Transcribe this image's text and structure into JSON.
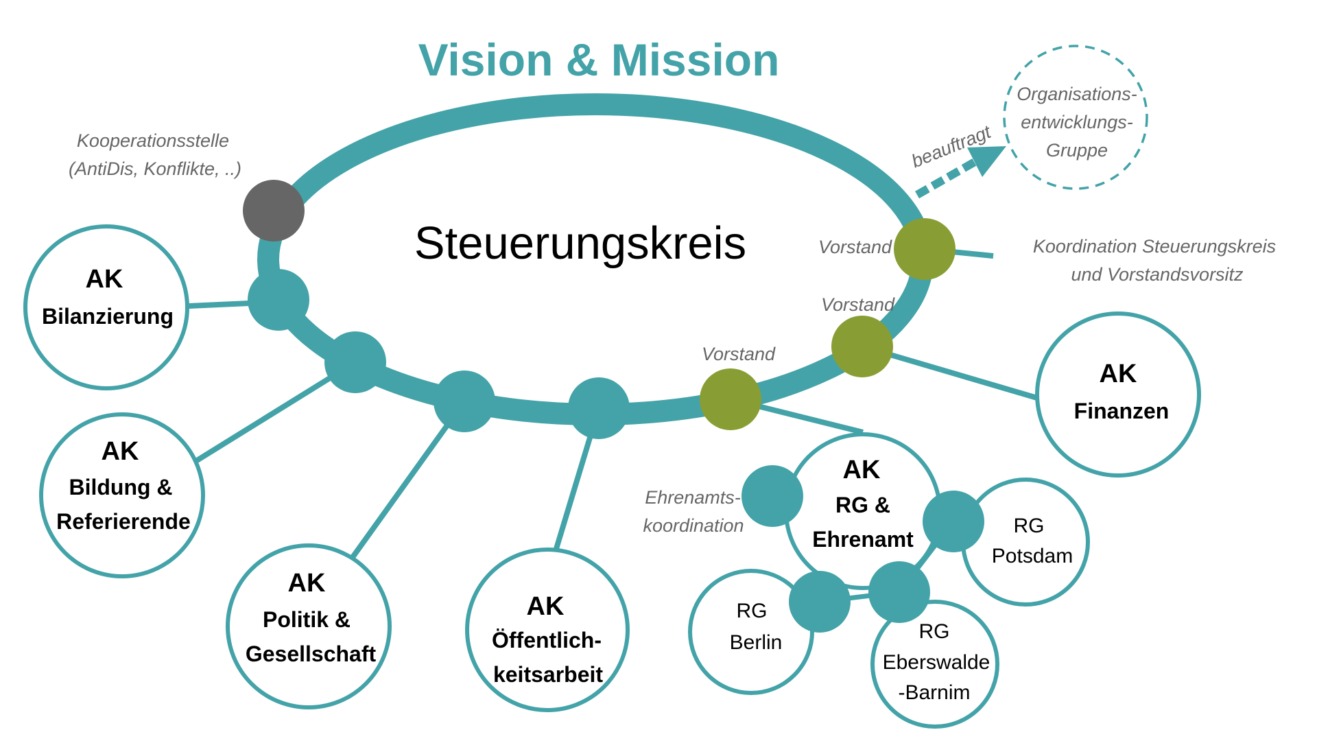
{
  "colors": {
    "primary": "#43a3a8",
    "vorstand": "#889e34",
    "kooperation": "#666666",
    "annotation_text": "#666666",
    "label_text": "#000000"
  },
  "title": "Vision & Mission",
  "center": {
    "label": "Steuerungskreis"
  },
  "annotations": {
    "kooperation": {
      "line1": "Kooperationsstelle",
      "line2": "(AntiDis, Konflikte, ..)"
    },
    "vorstand_1": "Vorstand",
    "vorstand_2": "Vorstand",
    "vorstand_3": "Vorstand",
    "koordination": {
      "line1": "Koordination Steuerungskreis",
      "line2": "und Vorstandsvorsitz"
    },
    "beauftragt": "beauftragt",
    "ehrenamt": {
      "line1": "Ehrenamts-",
      "line2": "koordination"
    }
  },
  "oe_group": {
    "line1": "Organisations-",
    "line2": "entwicklungs-",
    "line3": "Gruppe"
  },
  "working_groups": {
    "bilanzierung": {
      "head": "AK",
      "line1": "Bilanzierung"
    },
    "bildung": {
      "head": "AK",
      "line1": "Bildung &",
      "line2": "Referierende"
    },
    "politik": {
      "head": "AK",
      "line1": "Politik &",
      "line2": "Gesellschaft"
    },
    "oeffentlichkeit": {
      "head": "AK",
      "line1": "Öffentlich-",
      "line2": "keitsarbeit"
    },
    "rg_ehrenamt": {
      "head": "AK",
      "line1": "RG &",
      "line2": "Ehrenamt"
    },
    "finanzen": {
      "head": "AK",
      "line1": "Finanzen"
    }
  },
  "regional_groups": {
    "berlin": {
      "line1": "RG",
      "line2": "Berlin"
    },
    "potsdam": {
      "line1": "RG",
      "line2": "Potsdam"
    },
    "eberswalde": {
      "line1": "RG",
      "line2": "Eberswalde",
      "line3": "-Barnim"
    }
  }
}
